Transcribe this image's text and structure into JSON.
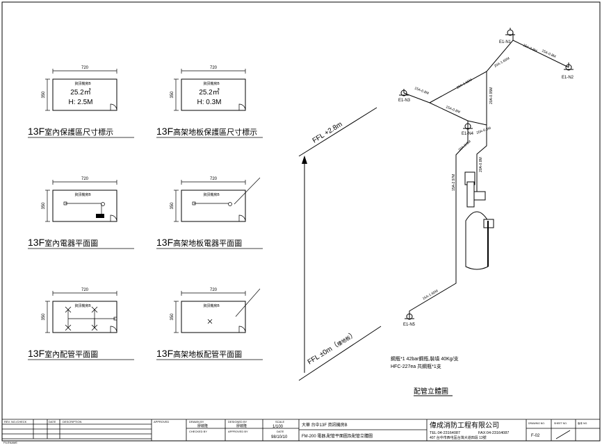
{
  "dimensions": {
    "width": "720",
    "height": "350"
  },
  "room_name": "資訊機房B",
  "panels": [
    {
      "id": "p1",
      "area": "25.2㎡",
      "height": "H: 2.5M",
      "caption_prefix": "13F",
      "caption_suffix": "室內保護區尺寸標示"
    },
    {
      "id": "p2",
      "area": "25.2㎡",
      "height": "H: 0.3M",
      "caption_prefix": "13F",
      "caption_suffix": "高架地板保護區尺寸標示"
    },
    {
      "id": "p3",
      "caption_prefix": "13F",
      "caption_suffix": "室內電器平面圖"
    },
    {
      "id": "p4",
      "caption_prefix": "13F",
      "caption_suffix": "高架地板電器平面圖"
    },
    {
      "id": "p5",
      "caption_prefix": "13F",
      "caption_suffix": "室內配管平面圖"
    },
    {
      "id": "p6",
      "caption_prefix": "13F",
      "caption_suffix": "高架地板配管平面圖"
    }
  ],
  "isometric": {
    "ffl_top": "FFL +2.8m",
    "ffl_bottom_prefix": "FFL ±0m（",
    "ffl_bottom_note": "樓地板",
    "ffl_bottom_suffix": "）",
    "nozzles": [
      "E1-N1",
      "E1-N2",
      "E1-N3",
      "E1-N4",
      "E1-N5"
    ],
    "pipes": [
      "15A-0.8M",
      "15A-0.8M",
      "20A-1.65M",
      "15A-0.8M",
      "20A-1.65M",
      "15A-0.8M",
      "20A-0.95M",
      "20A-0.3M",
      "20A-0.3M",
      "20A-0.8M",
      "15A-2.97M",
      "15A-1.65M"
    ],
    "spec_line1": "鋼瓶*1 42bar鋼瓶,裝填 40Kg/支",
    "spec_line2": "HFC-227ea   共鋼瓶*1支",
    "title": "配管立體圖"
  },
  "title_block": {
    "rev_no": "REV. NO./CHECK",
    "rev_date": "DATE",
    "description": "DESCRIPTION",
    "approved": "APPROVED",
    "drawn_label": "DRAWN BY",
    "drawn_name": "廖啟隆",
    "designed_label": "DESIGNED BY",
    "designed_name": "廖啟隆",
    "checked_label": "CHECKED BY",
    "approved_label": "APPROVED BY",
    "scale_label": "SCALE",
    "scale": "1/100",
    "date_label": "DATE",
    "date": "98/10/10",
    "project": "大華 台中13F 資訊機房B",
    "drawing_title": "FM-200 電器,配管平面圖及配管立體圖",
    "company": "偉成消防工程有限公司",
    "tel": "TEL:04-23164087",
    "fax": "FAX:04-23164087",
    "address": "407 台中市西屯區台灣大道四段 13號",
    "dwg_label": "DRAWING NO.",
    "dwg_no": "F-02",
    "sheet_label": "SHEET NO.",
    "ver_label": "版本 NO.",
    "filename": "FILENAME"
  }
}
